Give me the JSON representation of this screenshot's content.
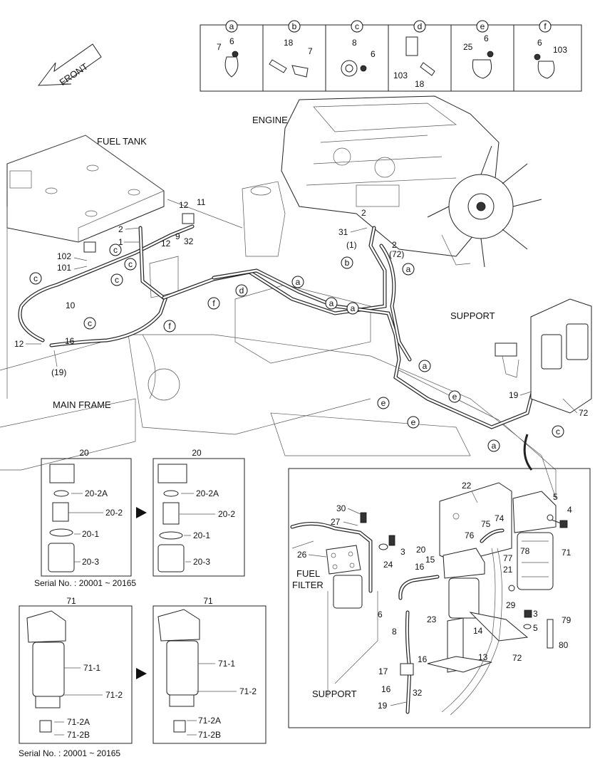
{
  "header_boxes": [
    {
      "letter": "a",
      "labels": [
        "7",
        "6"
      ]
    },
    {
      "letter": "b",
      "labels": [
        "18",
        "7"
      ]
    },
    {
      "letter": "c",
      "labels": [
        "8",
        "6"
      ]
    },
    {
      "letter": "d",
      "labels": [
        "103",
        "18"
      ]
    },
    {
      "letter": "e",
      "labels": [
        "25",
        "6"
      ]
    },
    {
      "letter": "f",
      "labels": [
        "6",
        "103"
      ]
    }
  ],
  "front_arrow": "FRONT",
  "section_labels": {
    "engine": "ENGINE",
    "fuel_tank": "FUEL TANK",
    "support_top": "SUPPORT",
    "main_frame": "MAIN FRAME",
    "fuel_filter_1": "FUEL",
    "fuel_filter_2": "FILTER",
    "support_detail": "SUPPORT"
  },
  "main_callouts": {
    "c2": "2",
    "c1": "1",
    "c12a": "12",
    "c11": "11",
    "c12b": "12",
    "c9": "9",
    "c32": "32",
    "c102": "102",
    "c101": "101",
    "c10": "10",
    "c12c": "12",
    "c16": "16",
    "c19p": "(19)",
    "c2b": "2",
    "c31": "31",
    "c1p": "(1)",
    "c2c": "2",
    "c72p": "(72)",
    "c19": "19",
    "c72": "72"
  },
  "letter_markers": {
    "m1": "c",
    "m2": "c",
    "m3": "c",
    "m4": "c",
    "m5": "c",
    "m6": "c",
    "m7": "f",
    "m8": "f",
    "m9": "d",
    "m10": "a",
    "m11": "a",
    "m12": "a",
    "m13": "b",
    "m14": "a",
    "m15": "a",
    "m16": "e",
    "m17": "e",
    "m18": "e",
    "m19": "a",
    "m20": "c"
  },
  "kit_20": {
    "left": {
      "title": "20",
      "labels": [
        "20-2A",
        "20-2",
        "20-1",
        "20-3"
      ],
      "serial": "Serial No. : 20001 ~ 20165"
    },
    "right": {
      "title": "20",
      "labels": [
        "20-2A",
        "20-2",
        "20-1",
        "20-3"
      ]
    }
  },
  "kit_71": {
    "left": {
      "title": "71",
      "labels": [
        "71-1",
        "71-2",
        "71-2A",
        "71-2B"
      ],
      "serial": "Serial No. : 20001 ~ 20165"
    },
    "right": {
      "title": "71",
      "labels": [
        "71-1",
        "71-2",
        "71-2A",
        "71-2B"
      ]
    }
  },
  "detail_callouts": {
    "d22": "22",
    "d5": "5",
    "d4": "4",
    "d30": "30",
    "d27": "27",
    "d74": "74",
    "d75": "75",
    "d76": "76",
    "d78": "78",
    "d71": "71",
    "d26": "26",
    "d24": "24",
    "d3": "3",
    "d20": "20",
    "d15": "15",
    "d16a": "16",
    "d77": "77",
    "d21": "21",
    "d29": "29",
    "d6": "6",
    "d23": "23",
    "d8": "8",
    "d14": "14",
    "d3b": "3",
    "d5b": "5",
    "d79": "79",
    "d80": "80",
    "d13": "13",
    "d72": "72",
    "d16b": "16",
    "d17": "17",
    "d16c": "16",
    "d32": "32",
    "d19": "19"
  }
}
